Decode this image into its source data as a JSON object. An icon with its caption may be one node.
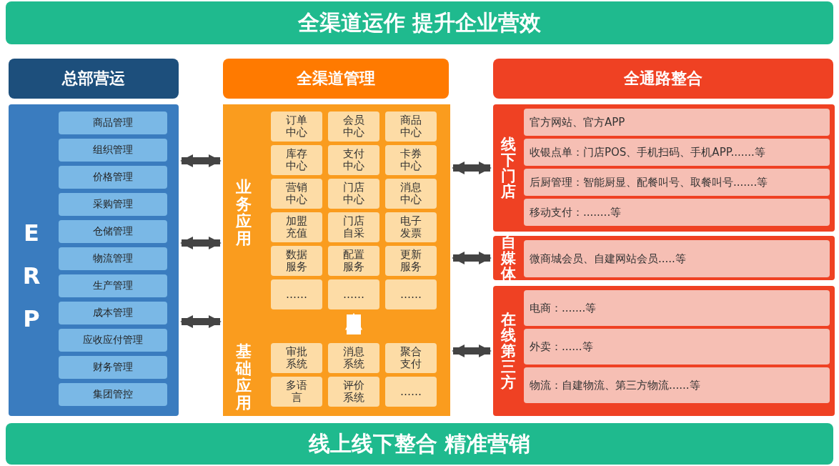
{
  "diagram": {
    "title": "全渠道运作 提升企业营效",
    "caption": "线上线下整合 精准营销",
    "nodes": [
      {
        "text": [
          "总部营运"
        ]
      },
      {
        "text": [
          "ERP"
        ]
      },
      {
        "text": [
          "商品管理"
        ],
        "in": 1
      },
      {
        "text": [
          "组织管理"
        ],
        "in": 1
      },
      {
        "text": [
          "价格管理"
        ],
        "in": 1
      },
      {
        "text": [
          "采购管理"
        ],
        "in": 1
      },
      {
        "text": [
          "仓储管理"
        ],
        "in": 1
      },
      {
        "text": [
          "物流管理"
        ],
        "in": 1
      },
      {
        "text": [
          "生产管理"
        ],
        "in": 1
      },
      {
        "text": [
          "成本管理"
        ],
        "in": 1
      },
      {
        "text": [
          "应收应付管理"
        ],
        "in": 1
      },
      {
        "text": [
          "财务管理"
        ],
        "in": 1
      },
      {
        "text": [
          "集团管控"
        ],
        "in": 1
      },
      {
        "text": [
          "全渠道管理"
        ]
      },
      {
        "text": [],
        "shape": "box"
      },
      {
        "text": [
          "业务应用"
        ],
        "in": 14
      },
      {
        "text": [
          "订单中心"
        ],
        "in": 15
      },
      {
        "text": [
          "会员中心"
        ],
        "in": 15
      },
      {
        "text": [
          "商品中心"
        ],
        "in": 15
      },
      {
        "text": [
          "库存中心"
        ],
        "in": 15
      },
      {
        "text": [
          "支付中心"
        ],
        "in": 15
      },
      {
        "text": [
          "卡券中心"
        ],
        "in": 15
      },
      {
        "text": [
          "营销中心"
        ],
        "in": 15
      },
      {
        "text": [
          "门店中心"
        ],
        "in": 15
      },
      {
        "text": [
          "消息中心"
        ],
        "in": 15
      },
      {
        "text": [
          "加盟充值"
        ],
        "in": 15
      },
      {
        "text": [
          "门店自采"
        ],
        "in": 15
      },
      {
        "text": [
          "电子发票"
        ],
        "in": 15
      },
      {
        "text": [
          "数据服务"
        ],
        "in": 15
      },
      {
        "text": [
          "配置服务"
        ],
        "in": 15
      },
      {
        "text": [
          "更新服务"
        ],
        "in": 15
      },
      {
        "text": [
          "……"
        ],
        "in": 15
      },
      {
        "text": [
          "……"
        ],
        "in": 15
      },
      {
        "text": [
          "……"
        ],
        "in": 15
      },
      {
        "text": [
          "基础应用"
        ],
        "in": 14
      },
      {
        "text": [
          "审批系统"
        ],
        "in": 34
      },
      {
        "text": [
          "消息系统"
        ],
        "in": 34
      },
      {
        "text": [
          "聚合支付"
        ],
        "in": 34
      },
      {
        "text": [
          "多语言"
        ],
        "in": 34
      },
      {
        "text": [
          "评价系统"
        ],
        "in": 34
      },
      {
        "text": [
          "……"
        ],
        "in": 34
      },
      {
        "text": [
          "全通路整合"
        ]
      },
      {
        "text": [
          "线下门店"
        ]
      },
      {
        "text": [
          "官方网站、官方APP"
        ],
        "in": 42
      },
      {
        "text": [
          "收银点单：门店POS、手机扫码、手机APP.......等"
        ],
        "in": 42
      },
      {
        "text": [
          "后厨管理：智能厨显、配餐叫号、取餐叫号.......等"
        ],
        "in": 42
      },
      {
        "text": [
          "移动支付：........等"
        ],
        "in": 42
      },
      {
        "text": [
          "自媒体"
        ]
      },
      {
        "text": [
          "微商城会员、自建网站会员.....等"
        ],
        "in": 47
      },
      {
        "text": [
          "在线第三方"
        ]
      },
      {
        "text": [
          "电商：.......等"
        ],
        "in": 49
      },
      {
        "text": [
          "外卖：......等"
        ],
        "in": 49
      },
      {
        "text": [
          "物流：自建物流、第三方物流......等"
        ],
        "in": 49
      }
    ],
    "edges": [
      {
        "from": 1,
        "to": 14,
        "arrow": "both"
      },
      {
        "from": 1,
        "to": 14,
        "arrow": "both"
      },
      {
        "from": 1,
        "to": 14,
        "arrow": "both"
      },
      {
        "from": 14,
        "to": 42,
        "arrow": "both"
      },
      {
        "from": 14,
        "to": 47,
        "arrow": "both"
      },
      {
        "from": 14,
        "to": 49,
        "arrow": "both"
      },
      {
        "from": 34,
        "to": 15,
        "arrow": "to",
        "color": "#ffffff",
        "style": "thick"
      }
    ]
  }
}
